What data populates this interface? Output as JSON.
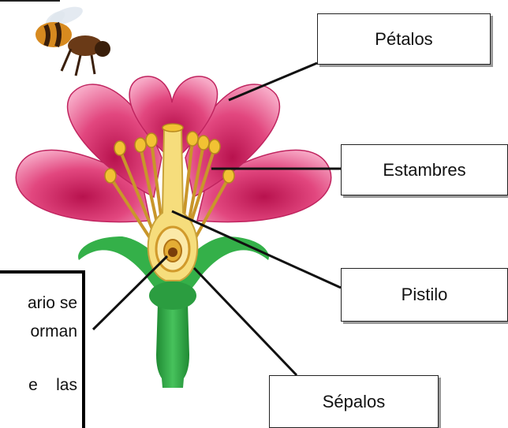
{
  "labels": {
    "petalos": "Pétalos",
    "estambres": "Estambres",
    "pistilo": "Pistilo",
    "sepalos": "Sépalos"
  },
  "note": {
    "line1": "ario se",
    "line2": "orman",
    "line3": "e    las"
  },
  "colors": {
    "petal": "#e2477f",
    "petal_dark": "#b8124e",
    "stem": "#2faa44",
    "stamen": "#f2c233",
    "pistil": "#f6dd7c"
  }
}
